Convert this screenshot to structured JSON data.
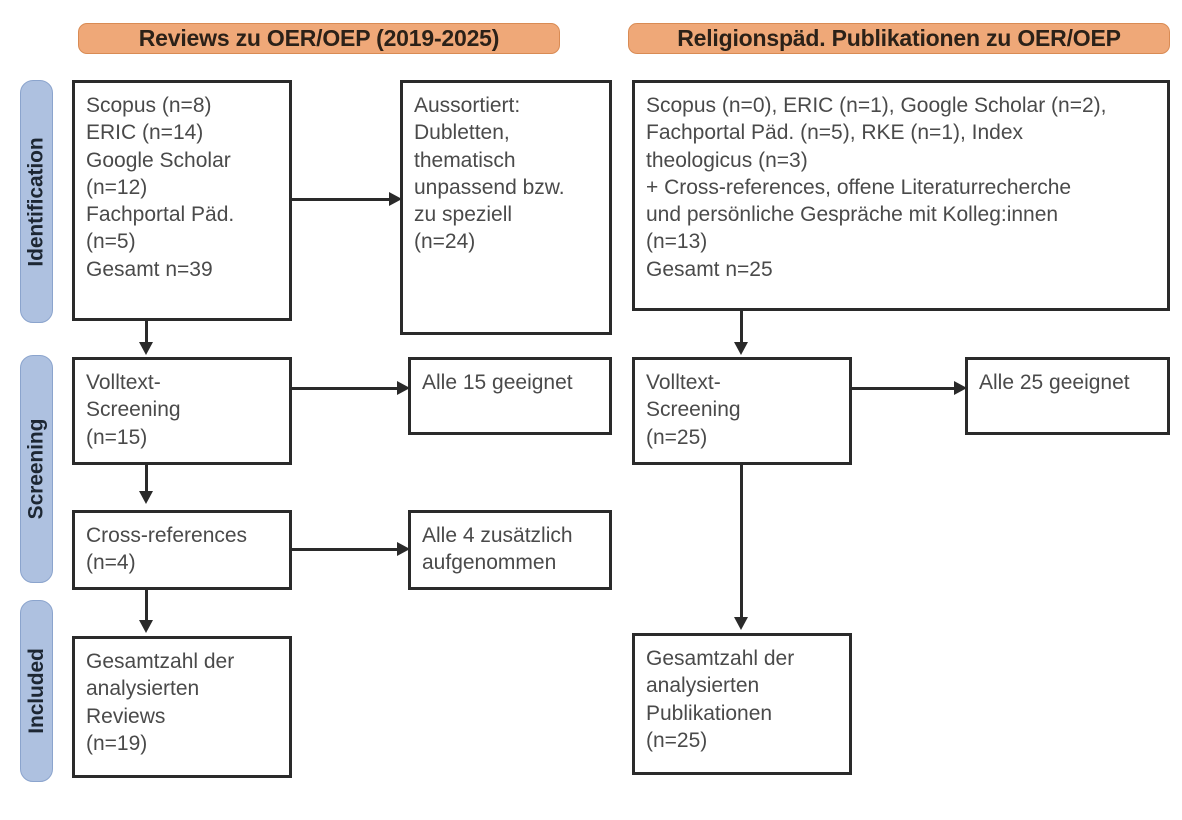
{
  "figure": {
    "type": "prisma-flow-diagram",
    "columns": 2
  },
  "headers": [
    {
      "id": "left-header",
      "label": "Reviews zu OER/OEP (2019-2025)"
    },
    {
      "id": "right-header",
      "label": "Religionspäd. Publikationen zu OER/OEP"
    }
  ],
  "stages": [
    {
      "id": "identification",
      "label": "Identification"
    },
    {
      "id": "screening",
      "label": "Screening"
    },
    {
      "id": "included",
      "label": "Included"
    }
  ],
  "boxes": {
    "left_identification_sources": "Scopus (n=8)\nERIC (n=14)\nGoogle Scholar\n(n=12)\nFachportal Päd.\n(n=5)\nGesamt n=39",
    "left_excluded": "Aussortiert:\nDubletten,\nthematisch\nunpassend bzw.\nzu speziell\n(n=24)",
    "left_fulltext_screening": "Volltext-\nScreening\n(n=15)",
    "left_all_eligible": "Alle 15 geeignet",
    "left_cross_references": "Cross-references\n(n=4)",
    "left_all_added": "Alle 4 zusätzlich\naufgenommen",
    "left_included_total": "Gesamtzahl der\nanalysierten\nReviews\n(n=19)",
    "right_identification_sources": "Scopus (n=0), ERIC (n=1), Google Scholar (n=2),\nFachportal Päd. (n=5), RKE (n=1), Index\ntheologicus (n=3)\n+ Cross-references, offene Literaturrecherche\nund persönliche Gespräche mit Kolleg:innen\n(n=13)\nGesamt n=25",
    "right_fulltext_screening": "Volltext-\nScreening\n(n=25)",
    "right_all_eligible": "Alle 25 geeignet",
    "right_included_total": "Gesamtzahl der\nanalysierten\nPublikationen\n(n=25)"
  },
  "colors": {
    "header_fill": "#efa878",
    "header_border": "#d98b54",
    "stage_fill": "#aec1e0",
    "stage_border": "#8ba4cd",
    "box_border": "#2a2a2a",
    "box_fill": "#ffffff",
    "text": "#4a4a4a",
    "connector": "#2a2a2a"
  },
  "counts": {
    "left_scopus": 8,
    "left_eric": 14,
    "left_google_scholar": 12,
    "left_fachportal": 5,
    "left_total_identified": 39,
    "left_excluded": 24,
    "left_fulltext_screened": 15,
    "left_eligible": 15,
    "left_cross_references": 4,
    "left_added": 4,
    "left_included": 19,
    "right_scopus": 0,
    "right_eric": 1,
    "right_google_scholar": 2,
    "right_fachportal": 5,
    "right_rke": 1,
    "right_index_theologicus": 3,
    "right_other_sources": 13,
    "right_total_identified": 25,
    "right_fulltext_screened": 25,
    "right_eligible": 25,
    "right_included": 25
  }
}
